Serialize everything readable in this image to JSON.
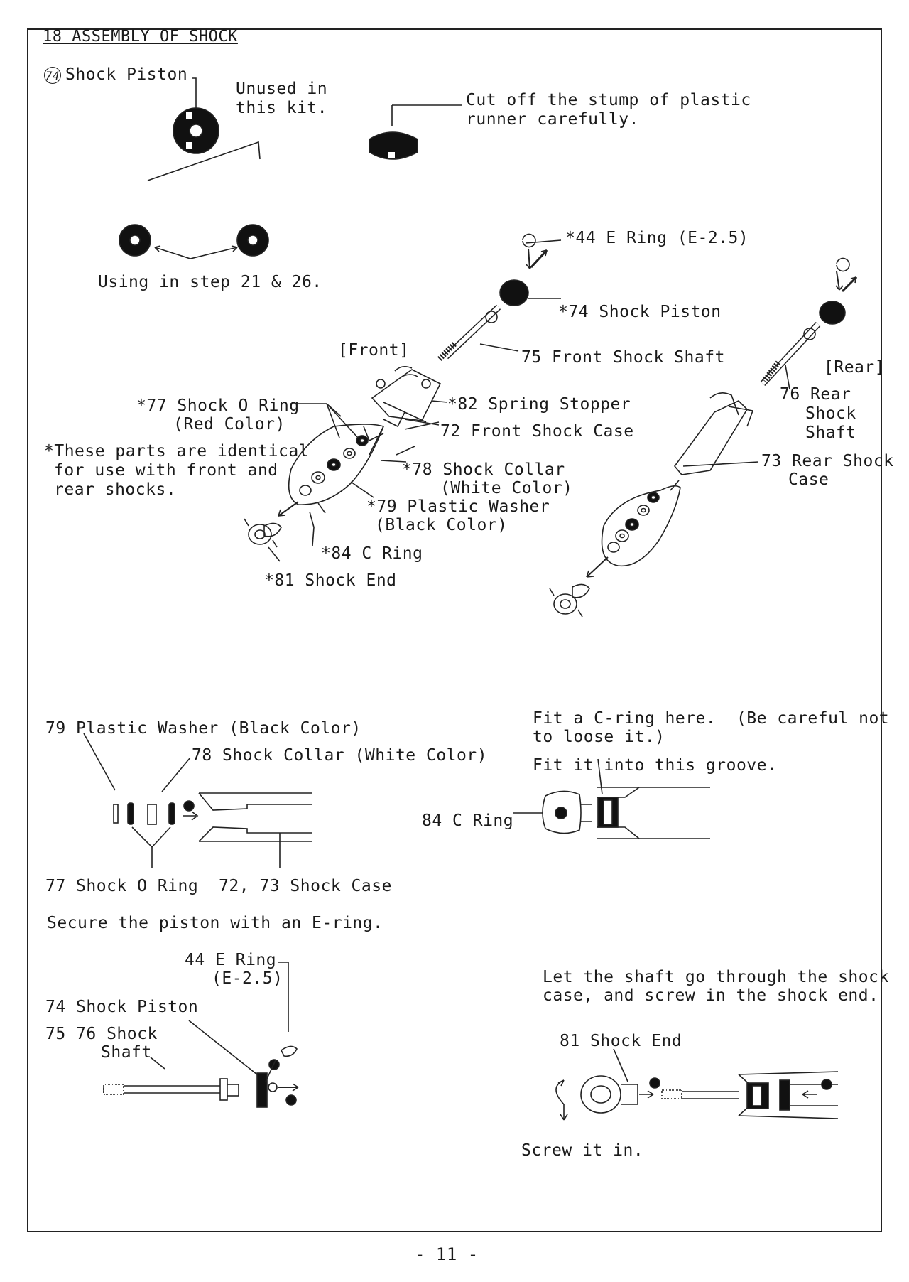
{
  "title": "18 ASSEMBLY OF SHOCK",
  "page_number": "- 11 -",
  "top": {
    "piston_num": "74",
    "piston_label": "Shock Piston",
    "unused": [
      "Unused in",
      "this kit."
    ],
    "cut_off": [
      "Cut off the stump of plastic",
      "runner carefully."
    ],
    "using": "Using in step 21 & 26."
  },
  "front": {
    "heading": "[Front]",
    "e_ring": "*44 E Ring (E-2.5)",
    "piston": "*74 Shock Piston",
    "shaft": "75 Front Shock Shaft",
    "o_ring": [
      "*77 Shock O Ring",
      "(Red Color)"
    ],
    "spring_stopper": "*82 Spring Stopper",
    "case": "72 Front Shock Case",
    "collar": [
      "*78 Shock Collar",
      "(White Color)"
    ],
    "washer": [
      "*79 Plastic Washer",
      "(Black Color)"
    ],
    "c_ring": "*84 C Ring",
    "end": "*81 Shock End",
    "note": [
      "*These parts are identical",
      "for use with front and",
      "rear shocks."
    ]
  },
  "rear": {
    "heading": "[Rear]",
    "shaft": [
      "76 Rear",
      "Shock",
      "Shaft"
    ],
    "case": [
      "73 Rear Shock",
      "Case"
    ]
  },
  "detail1": {
    "washer": "79 Plastic Washer (Black Color)",
    "collar": "78 Shock Collar (White Color)",
    "o_ring": "77 Shock O Ring",
    "case": "72, 73 Shock Case"
  },
  "detail2": {
    "fit_c_ring": [
      "Fit a C-ring here.  (Be careful not",
      "to loose it.)"
    ],
    "fit_groove": "Fit it into this groove.",
    "c_ring": "84 C Ring"
  },
  "detail3": {
    "secure": "Secure the piston with an E-ring.",
    "e_ring": [
      "44 E Ring",
      "(E-2.5)"
    ],
    "piston": "74 Shock Piston",
    "shaft": [
      "75 76 Shock",
      "Shaft"
    ]
  },
  "detail4": {
    "instruction": [
      "Let the shaft go through the shock",
      "case, and screw in the shock end."
    ],
    "end": "81 Shock End",
    "screw": "Screw it in."
  }
}
